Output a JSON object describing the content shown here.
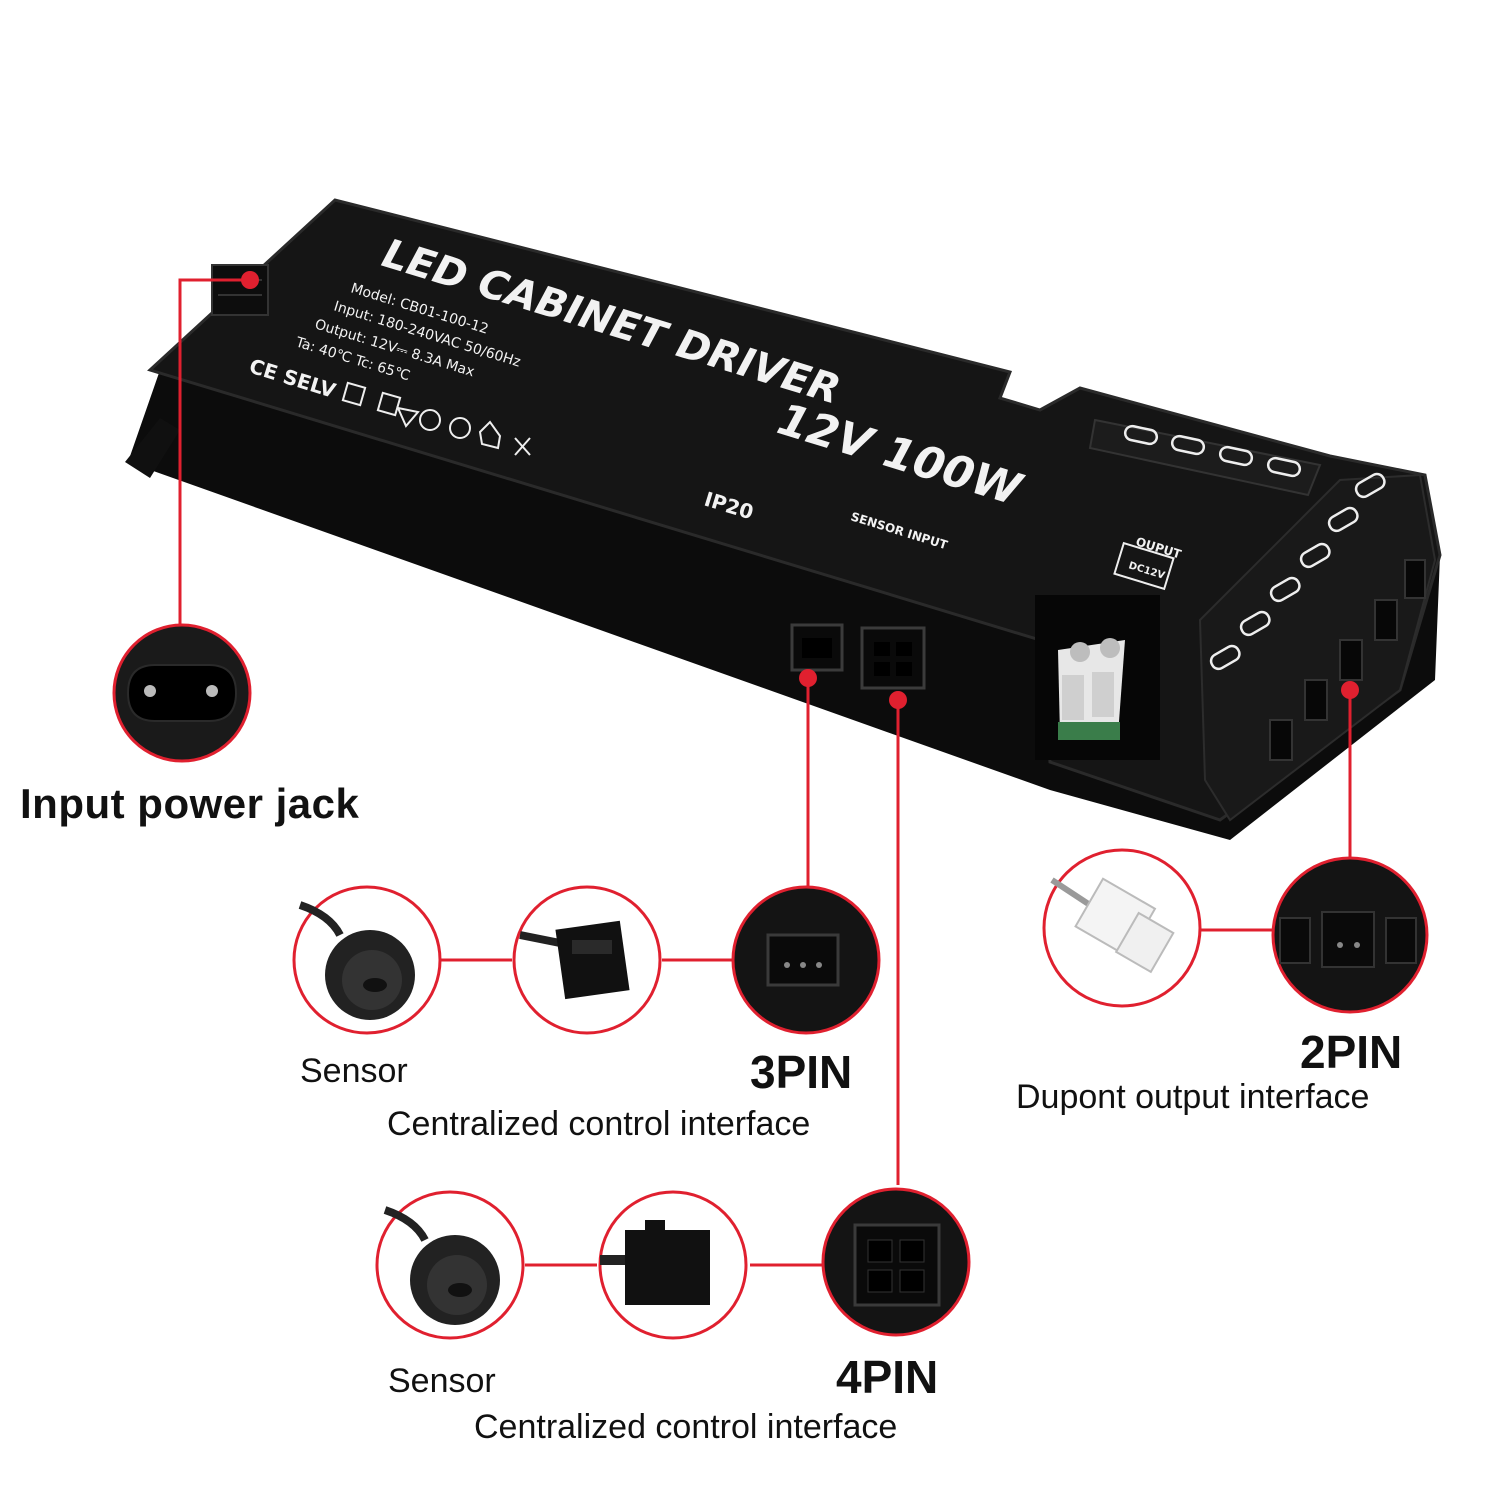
{
  "product": {
    "title": "LED CABINET DRIVER",
    "model": "Model: CB01-100-12",
    "input": "Input: 180-240VAC   50/60Hz",
    "output": "Output: 12V⎓ 8.3A Max",
    "temps": "Ta: 40℃    Tc: 65℃",
    "cert": "CE SELV",
    "rating": "12V 100W",
    "ip": "IP20",
    "sensor_input": "SENSOR INPUT",
    "output_label": "OUPUT",
    "output_dc": "DC12V"
  },
  "callouts": {
    "input_jack": "Input power jack",
    "pin3": {
      "pin": "3PIN",
      "desc": "Centralized control interface",
      "sensor": "Sensor"
    },
    "pin4": {
      "pin": "4PIN",
      "desc": "Centralized control interface",
      "sensor": "Sensor"
    },
    "pin2": {
      "pin": "2PIN",
      "desc": "Dupont output interface"
    }
  },
  "colors": {
    "accent": "#e0202f",
    "device": "#141414",
    "device_edge": "#2a2a2a",
    "print": "#f2f2f2"
  }
}
